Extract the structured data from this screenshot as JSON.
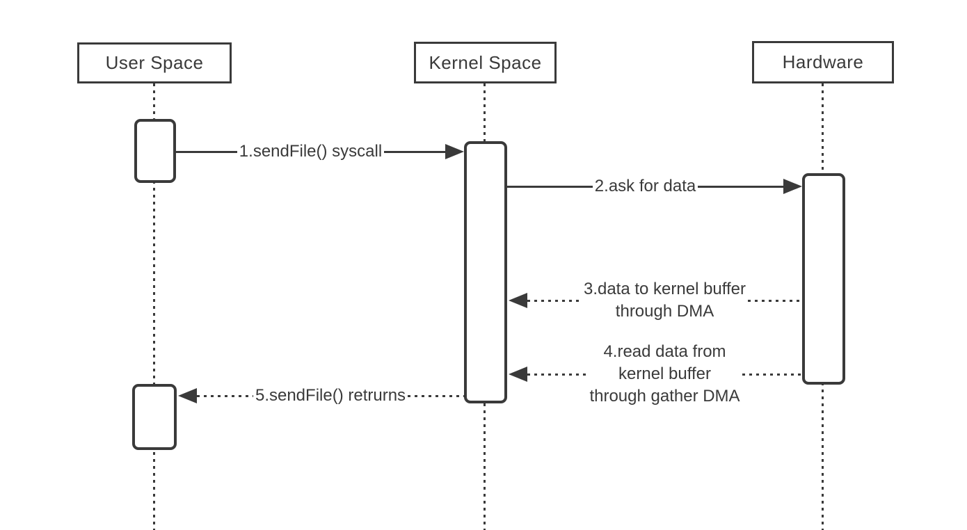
{
  "diagram": {
    "type": "sequence",
    "actors": [
      {
        "label": "User Space"
      },
      {
        "label": "Kernel Space"
      },
      {
        "label": "Hardware"
      }
    ],
    "messages": [
      {
        "label": "1.sendFile() syscall",
        "from": "User Space",
        "to": "Kernel Space",
        "line_style": "solid"
      },
      {
        "label": "2.ask for data",
        "from": "Kernel Space",
        "to": "Hardware",
        "line_style": "solid"
      },
      {
        "label": "3.data to kernel buffer\nthrough DMA",
        "from": "Hardware",
        "to": "Kernel Space",
        "line_style": "dotted"
      },
      {
        "label": "4.read data from\nkernel buffer\nthrough gather DMA",
        "from": "Hardware",
        "to": "Kernel Space",
        "line_style": "dotted"
      },
      {
        "label": "5.sendFile() retrurns",
        "from": "Kernel Space",
        "to": "User Space",
        "line_style": "dotted"
      }
    ],
    "colors": {
      "line": "#3a3a3a",
      "background": "#ffffff"
    }
  }
}
